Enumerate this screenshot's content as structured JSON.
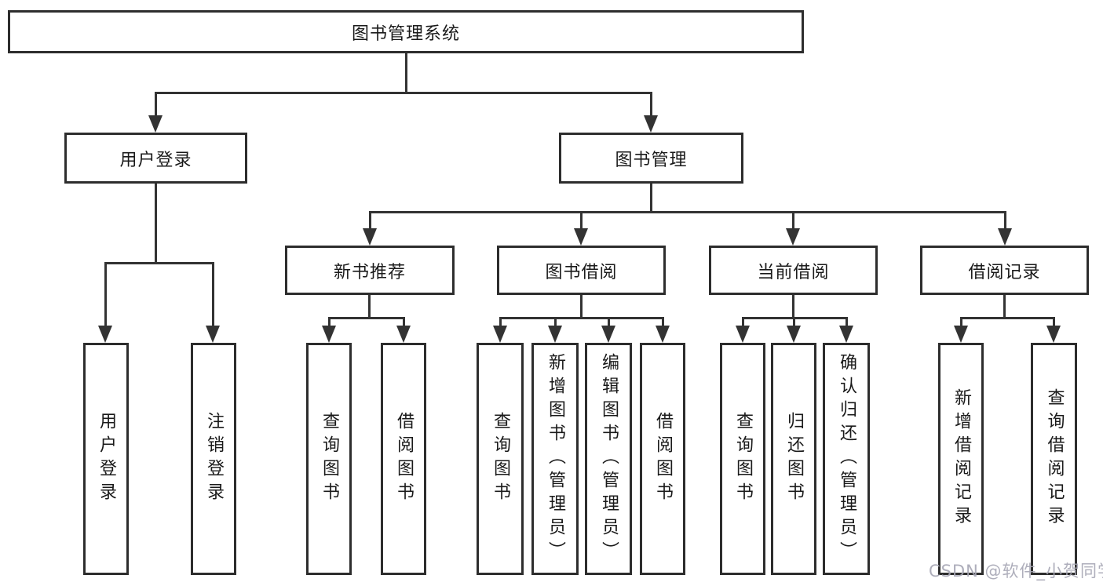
{
  "diagram_type": "hierarchy-tree",
  "colors": {
    "background": "#ffffff",
    "box_border": "#2d2d2d",
    "connector_line": "#333333",
    "text": "#1a1a1a",
    "watermark_text": "#a6a6b4"
  },
  "nodes": {
    "root": "图书管理系统",
    "user_login": "用户登录",
    "book_mgmt": "图书管理",
    "new_book": "新书推荐",
    "book_borrow": "图书借阅",
    "current_borrow": "当前借阅",
    "borrow_record": "借阅记录",
    "user_login_leaf": "用户登录",
    "logout": "注销登录",
    "nb_query": "查询图书",
    "nb_borrow": "借阅图书",
    "bb_query": "查询图书",
    "bb_add": "新增图书（管理员）",
    "bb_edit": "编辑图书（管理员）",
    "bb_borrow": "借阅图书",
    "cb_query": "查询图书",
    "cb_return": "归还图书",
    "cb_confirm": "确认归还（管理员）",
    "br_add": "新增借阅记录",
    "br_query": "查询借阅记录"
  },
  "hierarchy": {
    "图书管理系统": {
      "用户登录": [
        "用户登录",
        "注销登录"
      ],
      "图书管理": {
        "新书推荐": [
          "查询图书",
          "借阅图书"
        ],
        "图书借阅": [
          "查询图书",
          "新增图书（管理员）",
          "编辑图书（管理员）",
          "借阅图书"
        ],
        "当前借阅": [
          "查询图书",
          "归还图书",
          "确认归还（管理员）"
        ],
        "借阅记录": [
          "新增借阅记录",
          "查询借阅记录"
        ]
      }
    }
  },
  "watermark": "CSDN @软件_小贺同学"
}
